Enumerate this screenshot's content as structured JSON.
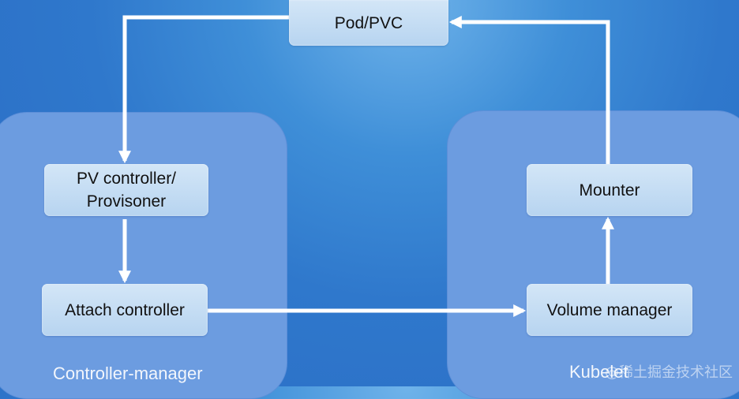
{
  "nodes": {
    "pod_pvc": "Pod/PVC",
    "pv_controller_line1": "PV controller/",
    "pv_controller_line2": "Provisoner",
    "attach_controller": "Attach controller",
    "mounter": "Mounter",
    "volume_manager": "Volume manager"
  },
  "panels": {
    "left_label": "Controller-manager",
    "right_label": "Kubelet"
  },
  "watermark": "@稀土掘金技术社区"
}
